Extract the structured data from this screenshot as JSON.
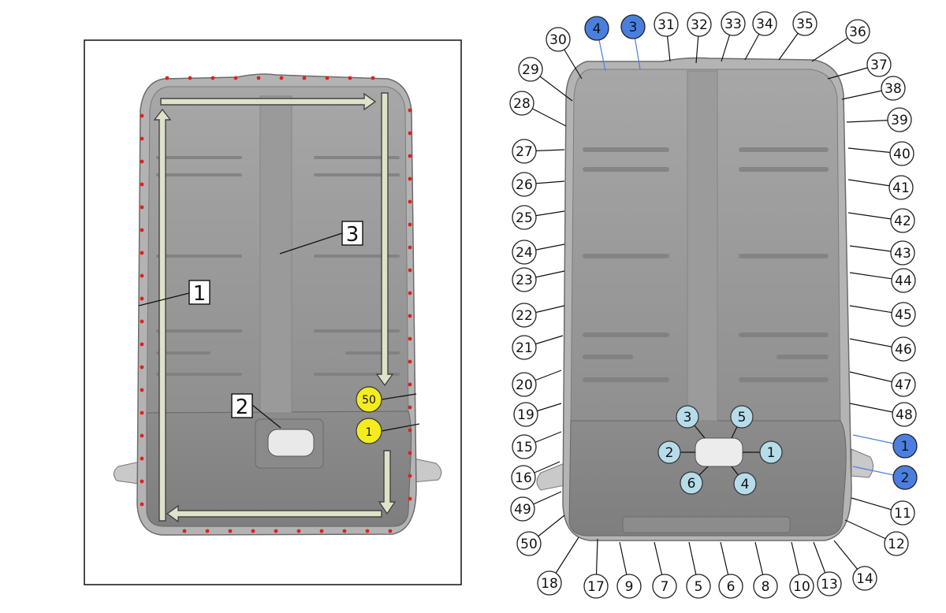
{
  "left_panel": {
    "callout_1": "1",
    "callout_2": "2",
    "callout_3": "3",
    "seq_start": "1",
    "seq_end": "50",
    "colors": {
      "seq_badge": "#f4ec1e",
      "sealant_dot": "#e0201c",
      "arrow": "#dde3c8"
    }
  },
  "right_panel": {
    "perimeter_labels": [
      "30",
      "4",
      "3",
      "31",
      "32",
      "33",
      "34",
      "35",
      "36",
      "37",
      "38",
      "39",
      "40",
      "41",
      "42",
      "43",
      "44",
      "45",
      "46",
      "47",
      "48",
      "1",
      "2",
      "11",
      "12",
      "14",
      "13",
      "10",
      "8",
      "6",
      "5",
      "7",
      "9",
      "17",
      "18",
      "50",
      "49",
      "16",
      "15",
      "19",
      "20",
      "21",
      "22",
      "23",
      "24",
      "25",
      "26",
      "27",
      "28",
      "29"
    ],
    "blue_labels": [
      "4",
      "3",
      "1",
      "2"
    ],
    "connector_labels": [
      "3",
      "5",
      "2",
      "1",
      "6",
      "4"
    ],
    "colors": {
      "blue_badge": "#4a7fe0",
      "connector_badge": "#b6dcea",
      "plain_badge": "#ffffff"
    }
  }
}
